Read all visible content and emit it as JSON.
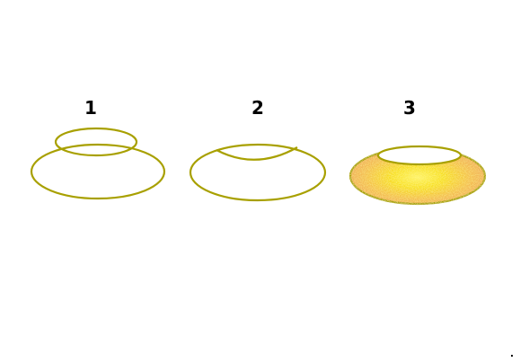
{
  "colors": {
    "outline": "#a8a000",
    "fill_outer": "#f0a860",
    "fill_inner": "#f8e020",
    "label": "#000000",
    "background": "#ffffff"
  },
  "steps": [
    {
      "label": "1"
    },
    {
      "label": "2"
    },
    {
      "label": "3"
    }
  ]
}
